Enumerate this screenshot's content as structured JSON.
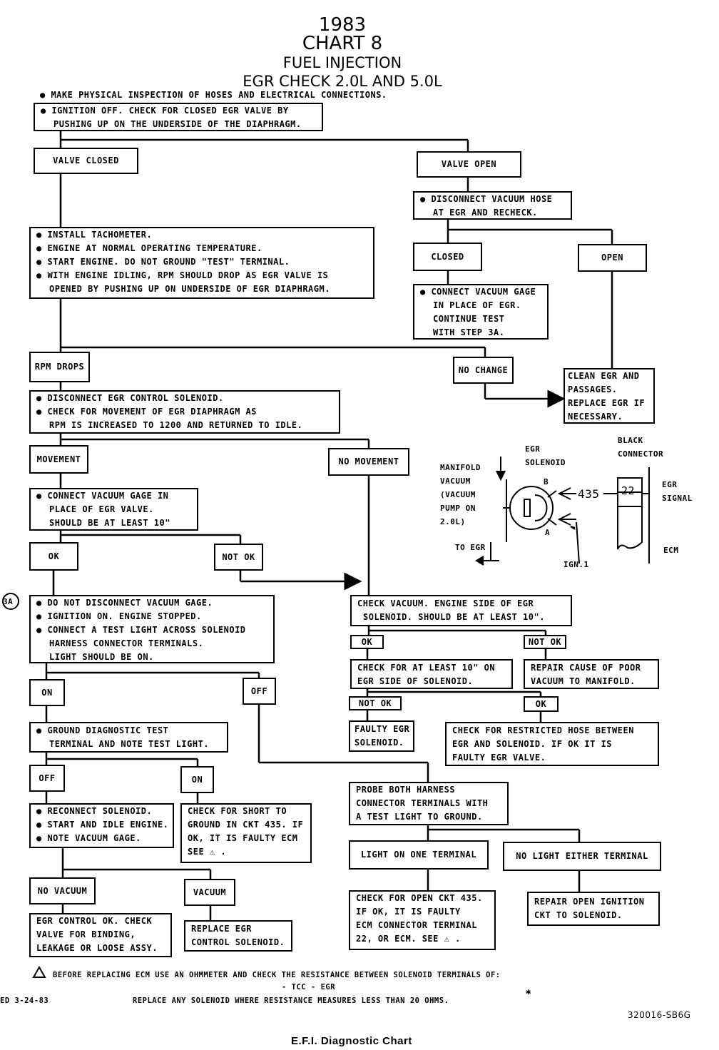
{
  "header": {
    "year": "1983",
    "chart": "CHART 8",
    "system": "FUEL INJECTION",
    "subject": "EGR CHECK 2.0L AND 5.0L"
  },
  "steps": {
    "intro": "● MAKE PHYSICAL INSPECTION OF HOSES AND ELECTRICAL CONNECTIONS.",
    "ignition_off": [
      "● IGNITION OFF.  CHECK FOR CLOSED EGR VALVE BY",
      "PUSHING UP ON THE UNDERSIDE OF THE DIAPHRAGM."
    ],
    "valve_closed": "VALVE CLOSED",
    "valve_open": "VALVE OPEN",
    "disconnect_hose": [
      "● DISCONNECT VACUUM HOSE",
      "AT EGR AND RECHECK."
    ],
    "closed": "CLOSED",
    "open": "OPEN",
    "connect_gage": [
      "● CONNECT VACUUM GAGE",
      "IN PLACE OF EGR.",
      "CONTINUE TEST",
      "WITH STEP 3A."
    ],
    "install_tach": [
      "● INSTALL TACHOMETER.",
      "● ENGINE AT NORMAL OPERATING TEMPERATURE.",
      "● START ENGINE. DO NOT GROUND \"TEST\" TERMINAL.",
      "● WITH ENGINE IDLING, RPM SHOULD DROP AS EGR VALVE IS",
      "OPENED BY PUSHING UP ON UNDERSIDE OF EGR DIAPHRAGM."
    ],
    "rpm_drops": "RPM DROPS",
    "no_change": "NO CHANGE",
    "clean_egr": [
      "CLEAN EGR AND",
      "PASSAGES.",
      "REPLACE EGR IF",
      "NECESSARY."
    ],
    "disconnect_solenoid": [
      "● DISCONNECT EGR CONTROL SOLENOID.",
      "● CHECK FOR MOVEMENT OF EGR DIAPHRAGM AS",
      "RPM IS INCREASED TO 1200 AND RETURNED TO IDLE."
    ],
    "movement": "MOVEMENT",
    "no_movement": "NO MOVEMENT",
    "connect_gage_valve": [
      "● CONNECT VACUUM GAGE IN",
      "PLACE OF EGR VALVE.",
      "SHOULD BE AT LEAST 10\""
    ],
    "ok": "OK",
    "not_ok": "NOT OK",
    "step_3a_marker": "3A",
    "step_3a": [
      "● DO NOT DISCONNECT VACUUM GAGE.",
      "● IGNITION ON. ENGINE STOPPED.",
      "● CONNECT A TEST LIGHT ACROSS SOLENOID",
      "HARNESS CONNECTOR TERMINALS.",
      "LIGHT SHOULD BE ON."
    ],
    "check_vacuum_engine": [
      "CHECK VACUUM. ENGINE SIDE OF EGR",
      "SOLENOID.  SHOULD BE AT LEAST 10\"."
    ],
    "ok_b": "OK",
    "not_ok_b": "NOT OK",
    "check_egr_side": [
      "CHECK FOR AT LEAST 10\" ON",
      "EGR SIDE OF SOLENOID."
    ],
    "repair_poor_vacuum": [
      "REPAIR CAUSE OF POOR",
      "VACUUM TO MANIFOLD."
    ],
    "not_ok_c": "NOT OK",
    "ok_c": "OK",
    "faulty_solenoid": [
      "FAULTY EGR",
      "SOLENOID."
    ],
    "check_restricted_hose": [
      "CHECK FOR RESTRICTED HOSE BETWEEN",
      "EGR AND SOLENOID.  IF OK IT IS",
      "FAULTY EGR VALVE."
    ],
    "on": "ON",
    "off": "OFF",
    "ground_diag": [
      "● GROUND DIAGNOSTIC TEST",
      "TERMINAL AND NOTE TEST LIGHT."
    ],
    "off_b": "OFF",
    "on_b": "ON",
    "probe_harness": [
      "PROBE BOTH HARNESS",
      "CONNECTOR TERMINALS WITH",
      "A TEST LIGHT TO GROUND."
    ],
    "reconnect_solenoid": [
      "● RECONNECT SOLENOID.",
      "● START AND IDLE ENGINE.",
      "● NOTE VACUUM GAGE."
    ],
    "check_short": [
      "CHECK FOR SHORT TO",
      "GROUND IN CKT 435.  IF",
      "OK, IT IS FAULTY ECM",
      "SEE ⚠ ."
    ],
    "light_one_terminal": "LIGHT ON ONE TERMINAL",
    "no_light_either": "NO LIGHT EITHER TERMINAL",
    "no_vacuum": "NO VACUUM",
    "vacuum": "VACUUM",
    "check_open_435": [
      "CHECK FOR OPEN CKT 435.",
      "IF OK, IT IS FAULTY",
      "ECM CONNECTOR TERMINAL",
      "22, OR ECM.  SEE ⚠ ."
    ],
    "repair_open_ignition": [
      "REPAIR OPEN IGNITION",
      "CKT TO SOLENOID."
    ],
    "egr_control_ok": [
      "EGR CONTROL OK.  CHECK",
      "VALVE FOR BINDING,",
      "LEAKAGE OR LOOSE ASSY."
    ],
    "replace_solenoid": [
      "REPLACE EGR",
      "CONTROL SOLENOID."
    ]
  },
  "schematic": {
    "manifold_vacuum": [
      "MANIFOLD",
      "VACUUM",
      "(VACUUM",
      "PUMP ON",
      "2.0L)"
    ],
    "egr_solenoid": [
      "EGR",
      "SOLENOID"
    ],
    "black_connector": [
      "BLACK",
      "CONNECTOR"
    ],
    "terminal_b": "B",
    "terminal_a": "A",
    "circuit_435": "435",
    "pin_22": "22",
    "egr_signal": [
      "EGR",
      "SIGNAL"
    ],
    "to_egr": "TO EGR",
    "ign_1": "IGN.1",
    "ecm": "ECM"
  },
  "footer": {
    "warning_icon": "warning-triangle-icon",
    "warning_line1": "BEFORE REPLACING ECM USE AN OHMMETER AND CHECK THE RESISTANCE BETWEEN SOLENOID TERMINALS OF:",
    "warning_line2": "- TCC  - EGR",
    "warning_line3": "REPLACE ANY SOLENOID WHERE RESISTANCE MEASURES LESS THAN 20 OHMS.",
    "asterisk": "✱",
    "revised": "ED 3-24-83",
    "code": "320016-SB6G",
    "caption": "E.F.I. Diagnostic Chart"
  }
}
